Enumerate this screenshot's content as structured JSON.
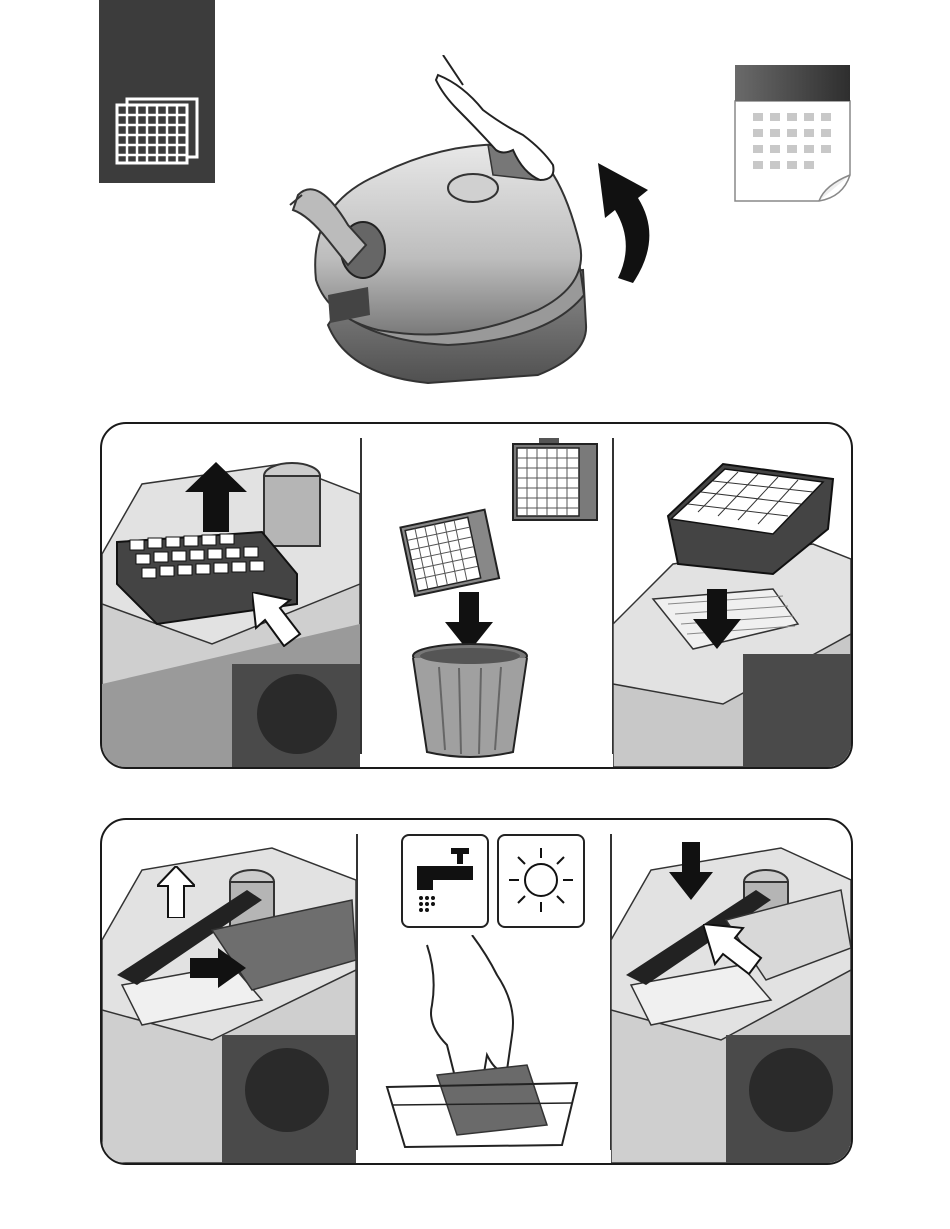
{
  "page": {
    "section_tab_icon": "hepa-filter-icon",
    "schedule_icon": "calendar-icon",
    "colors": {
      "tab": "#3c3c3c",
      "ink": "#1a1a1a",
      "midgray": "#8a8a8a",
      "lightgray": "#d6d6d6"
    }
  },
  "steps": {
    "top": {
      "illustration": "open-vacuum-lid",
      "arrow": "curved-up-arrow"
    },
    "row1": [
      {
        "illustration": "lift-out-exhaust-filter",
        "icons": [
          "arrow-up-icon",
          "arrow-diagonal-icon"
        ]
      },
      {
        "illustration": "dispose-old-filter",
        "icons": [
          "arrow-down-icon",
          "trash-bin-icon"
        ]
      },
      {
        "illustration": "insert-new-filter",
        "icons": [
          "arrow-down-icon"
        ]
      }
    ],
    "row2": [
      {
        "illustration": "remove-motor-prefilter",
        "icons": [
          "arrow-up-icon",
          "arrow-right-icon"
        ]
      },
      {
        "illustration": "wash-and-dry-prefilter",
        "icons": [
          "water-tap-icon",
          "sun-icon"
        ]
      },
      {
        "illustration": "refit-motor-prefilter",
        "icons": [
          "arrow-down-icon",
          "arrow-diagonal-icon"
        ]
      }
    ]
  }
}
